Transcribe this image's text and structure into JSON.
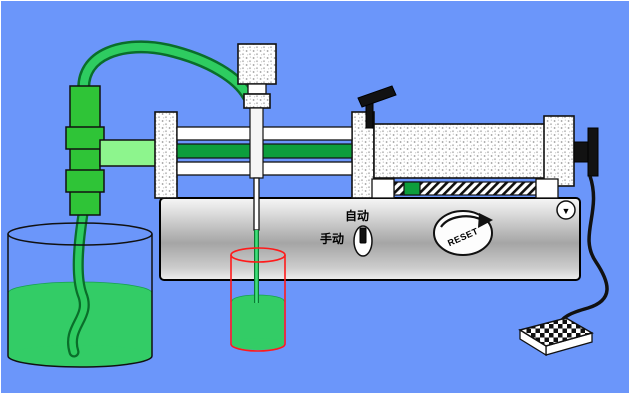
{
  "labels": {
    "auto": "自动",
    "manual": "手动",
    "reset": "RESET",
    "eject_icon": "▼"
  },
  "colors": {
    "background": "#6B96FA",
    "liquid_green": "#33CC66",
    "pipe_green": "#2FC437",
    "connector_green": "#8DF58D",
    "bar_green": "#0D9E3C",
    "tube_dark": "#0A6E2A",
    "tube_light": "#2ECC60",
    "beaker_red": "#FF1A1A"
  }
}
